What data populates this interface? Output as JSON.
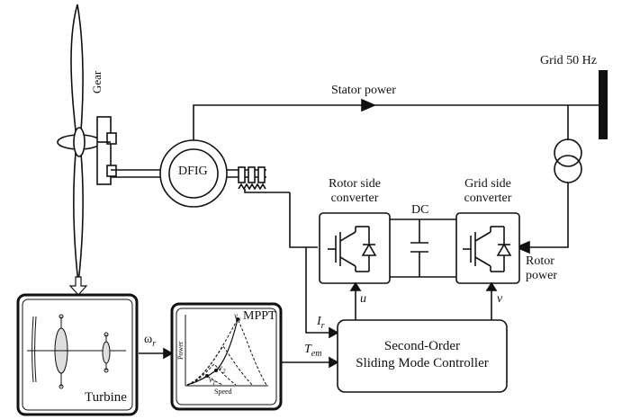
{
  "labels": {
    "grid": "Grid 50 Hz",
    "stator_power": "Stator power",
    "gear": "Gear",
    "dfig": "DFIG",
    "rotor_side_converter": [
      "Rotor side",
      "converter"
    ],
    "grid_side_converter": [
      "Grid side",
      "converter"
    ],
    "dc": "DC",
    "rotor_power": [
      "Rotor",
      "power"
    ],
    "u": "u",
    "v": "v",
    "i_r": "I",
    "i_r_sub": "r",
    "t_em": "T",
    "t_em_sub": "em",
    "omega_r": "ω",
    "omega_r_sub": "r",
    "controller": [
      "Second-Order",
      "Sliding Mode Controller"
    ],
    "turbine": "Turbine",
    "mppt": "MPPT",
    "mppt_xlabel": "Speed",
    "mppt_ylabel": "Power",
    "mppt_curves": [
      "v",
      "v",
      "v"
    ],
    "mppt_curve_subs": [
      "n",
      "2",
      "1"
    ]
  },
  "colors": {
    "stroke": "#111111",
    "panel_fill": "#ffffff",
    "grid_bar": "#111111"
  }
}
